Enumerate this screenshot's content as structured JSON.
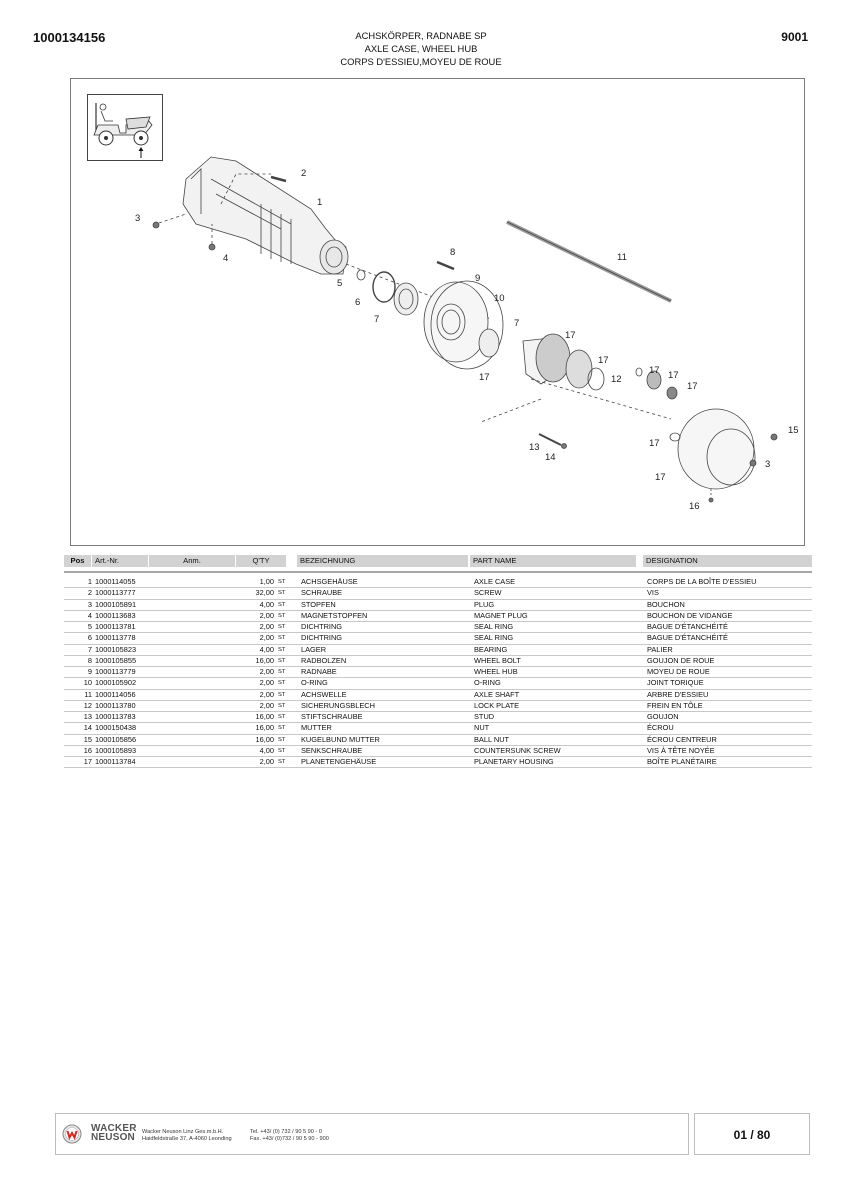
{
  "header": {
    "doc_number": "1000134156",
    "section_number": "9001",
    "title_de": "ACHSKÖRPER, RADNABE SP",
    "title_en": "AXLE CASE, WHEEL HUB",
    "title_fr": "CORPS D'ESSIEU,MOYEU DE ROUE"
  },
  "drawing": {
    "callouts": [
      "1",
      "2",
      "3",
      "4",
      "5",
      "6",
      "7",
      "8",
      "9",
      "10",
      "11",
      "7",
      "17",
      "17",
      "17",
      "12",
      "17",
      "17",
      "17",
      "13",
      "14",
      "17",
      "15",
      "3",
      "17",
      "16"
    ]
  },
  "table": {
    "headers": {
      "pos": "Pos",
      "art": "Art.-Nr.",
      "anm": "Anm.",
      "qty": "Q'TY",
      "bez": "BEZEICHNUNG",
      "part_name": "PART NAME",
      "designation": "DESIGNATION"
    },
    "rows": [
      {
        "pos": "1",
        "art": "1000114055",
        "qty": "1,00",
        "unit": "ST",
        "bez": "ACHSGEHÄUSE",
        "part_name": "AXLE CASE",
        "designation": "CORPS DE LA BOÎTE D'ESSIEU"
      },
      {
        "pos": "2",
        "art": "1000113777",
        "qty": "32,00",
        "unit": "ST",
        "bez": "SCHRAUBE",
        "part_name": "SCREW",
        "designation": "VIS"
      },
      {
        "pos": "3",
        "art": "1000105891",
        "qty": "4,00",
        "unit": "ST",
        "bez": "STOPFEN",
        "part_name": "PLUG",
        "designation": "BOUCHON"
      },
      {
        "pos": "4",
        "art": "1000113683",
        "qty": "2,00",
        "unit": "ST",
        "bez": "MAGNETSTOPFEN",
        "part_name": "MAGNET PLUG",
        "designation": "BOUCHON DE VIDANGE"
      },
      {
        "pos": "5",
        "art": "1000113781",
        "qty": "2,00",
        "unit": "ST",
        "bez": "DICHTRING",
        "part_name": "SEAL RING",
        "designation": "BAGUE D'ÉTANCHÉITÉ"
      },
      {
        "pos": "6",
        "art": "1000113778",
        "qty": "2,00",
        "unit": "ST",
        "bez": "DICHTRING",
        "part_name": "SEAL RING",
        "designation": "BAGUE D'ÉTANCHÉITÉ"
      },
      {
        "pos": "7",
        "art": "1000105823",
        "qty": "4,00",
        "unit": "ST",
        "bez": "LAGER",
        "part_name": "BEARING",
        "designation": "PALIER"
      },
      {
        "pos": "8",
        "art": "1000105855",
        "qty": "16,00",
        "unit": "ST",
        "bez": "RADBOLZEN",
        "part_name": "WHEEL BOLT",
        "designation": "GOUJON DE ROUE"
      },
      {
        "pos": "9",
        "art": "1000113779",
        "qty": "2,00",
        "unit": "ST",
        "bez": "RADNABE",
        "part_name": "WHEEL HUB",
        "designation": "MOYEU DE ROUE"
      },
      {
        "pos": "10",
        "art": "1000105902",
        "qty": "2,00",
        "unit": "ST",
        "bez": "O-RING",
        "part_name": "O-RING",
        "designation": "JOINT TORIQUE"
      },
      {
        "pos": "11",
        "art": "1000114056",
        "qty": "2,00",
        "unit": "ST",
        "bez": "ACHSWELLE",
        "part_name": "AXLE SHAFT",
        "designation": "ARBRE D'ESSIEU"
      },
      {
        "pos": "12",
        "art": "1000113780",
        "qty": "2,00",
        "unit": "ST",
        "bez": "SICHERUNGSBLECH",
        "part_name": "LOCK PLATE",
        "designation": "FREIN EN TÔLE"
      },
      {
        "pos": "13",
        "art": "1000113783",
        "qty": "16,00",
        "unit": "ST",
        "bez": "STIFTSCHRAUBE",
        "part_name": "STUD",
        "designation": "GOUJON"
      },
      {
        "pos": "14",
        "art": "1000150438",
        "qty": "16,00",
        "unit": "ST",
        "bez": "MUTTER",
        "part_name": "NUT",
        "designation": "ÉCROU"
      },
      {
        "pos": "15",
        "art": "1000105856",
        "qty": "16,00",
        "unit": "ST",
        "bez": "KUGELBUND MUTTER",
        "part_name": "BALL NUT",
        "designation": "ÉCROU CENTREUR"
      },
      {
        "pos": "16",
        "art": "1000105893",
        "qty": "4,00",
        "unit": "ST",
        "bez": "SENKSCHRAUBE",
        "part_name": "COUNTERSUNK SCREW",
        "designation": "VIS À TÊTE NOYÉE"
      },
      {
        "pos": "17",
        "art": "1000113784",
        "qty": "2,00",
        "unit": "ST",
        "bez": "PLANETENGEHÄUSE",
        "part_name": "PLANETARY HOUSING",
        "designation": "BOÎTE PLANÉTAIRE"
      }
    ]
  },
  "footer": {
    "brand_line1": "WACKER",
    "brand_line2": "NEUSON",
    "company": "Wacker Neuson Linz  Ges.m.b.H.",
    "address": "Haidfeldstraße 37, A-4060 Leonding",
    "tel": "Tel. +43/ (0) 732 / 90 5 90 - 0",
    "fax": "Fax. +43/ (0)732 / 90 5 90 - 900",
    "page": "01 / 80",
    "brand_color": "#d9261c"
  }
}
